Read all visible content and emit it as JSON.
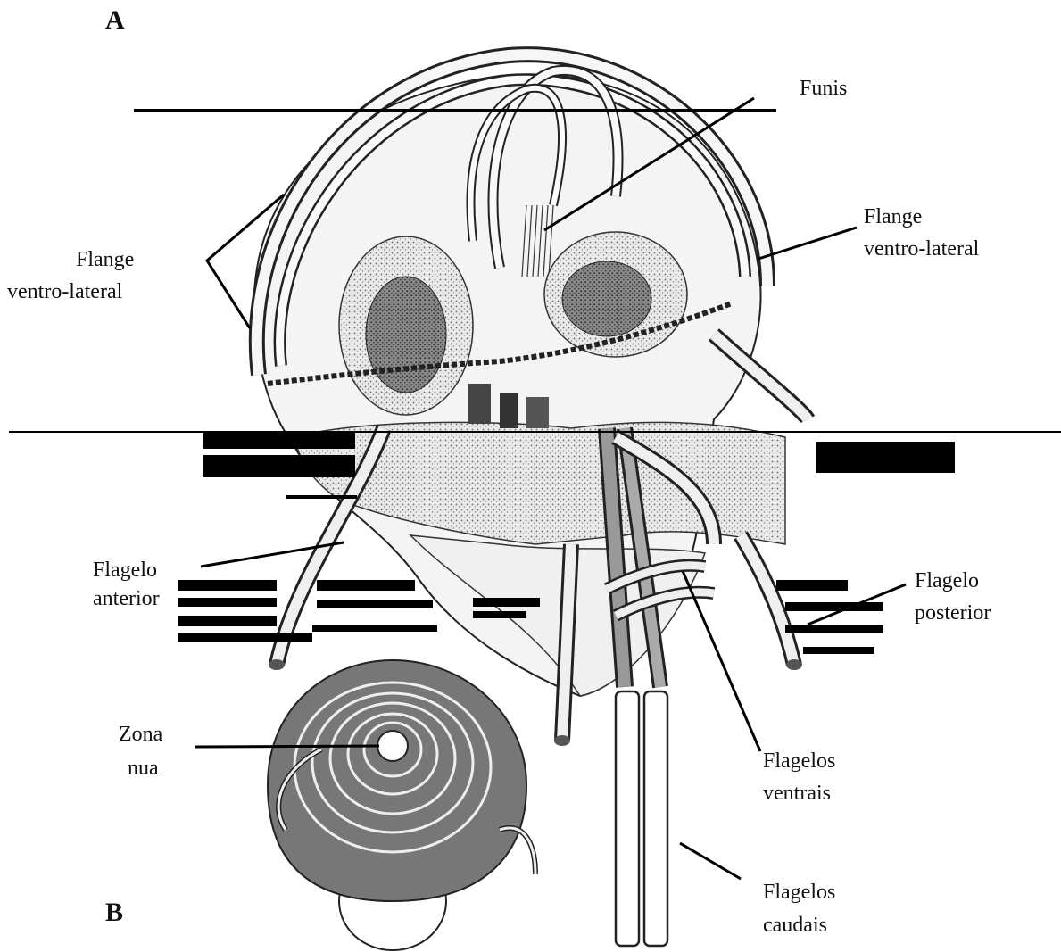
{
  "panels": {
    "a": "A",
    "b": "B"
  },
  "labels": {
    "funis": "Funis",
    "flange_right": [
      "Flange",
      "ventro-lateral"
    ],
    "flange_left": [
      "Flange",
      "ventro-lateral"
    ],
    "flagelo_anterior": [
      "Flagelo",
      "anterior"
    ],
    "flagelo_posterior": [
      "Flagelo",
      "posterior"
    ],
    "zona_nua": [
      "Zona",
      "nua"
    ],
    "flagelos_ventrais": [
      "Flagelos",
      "ventrais"
    ],
    "flagelos_caudais": [
      "Flagelos",
      "caudais"
    ]
  }
}
